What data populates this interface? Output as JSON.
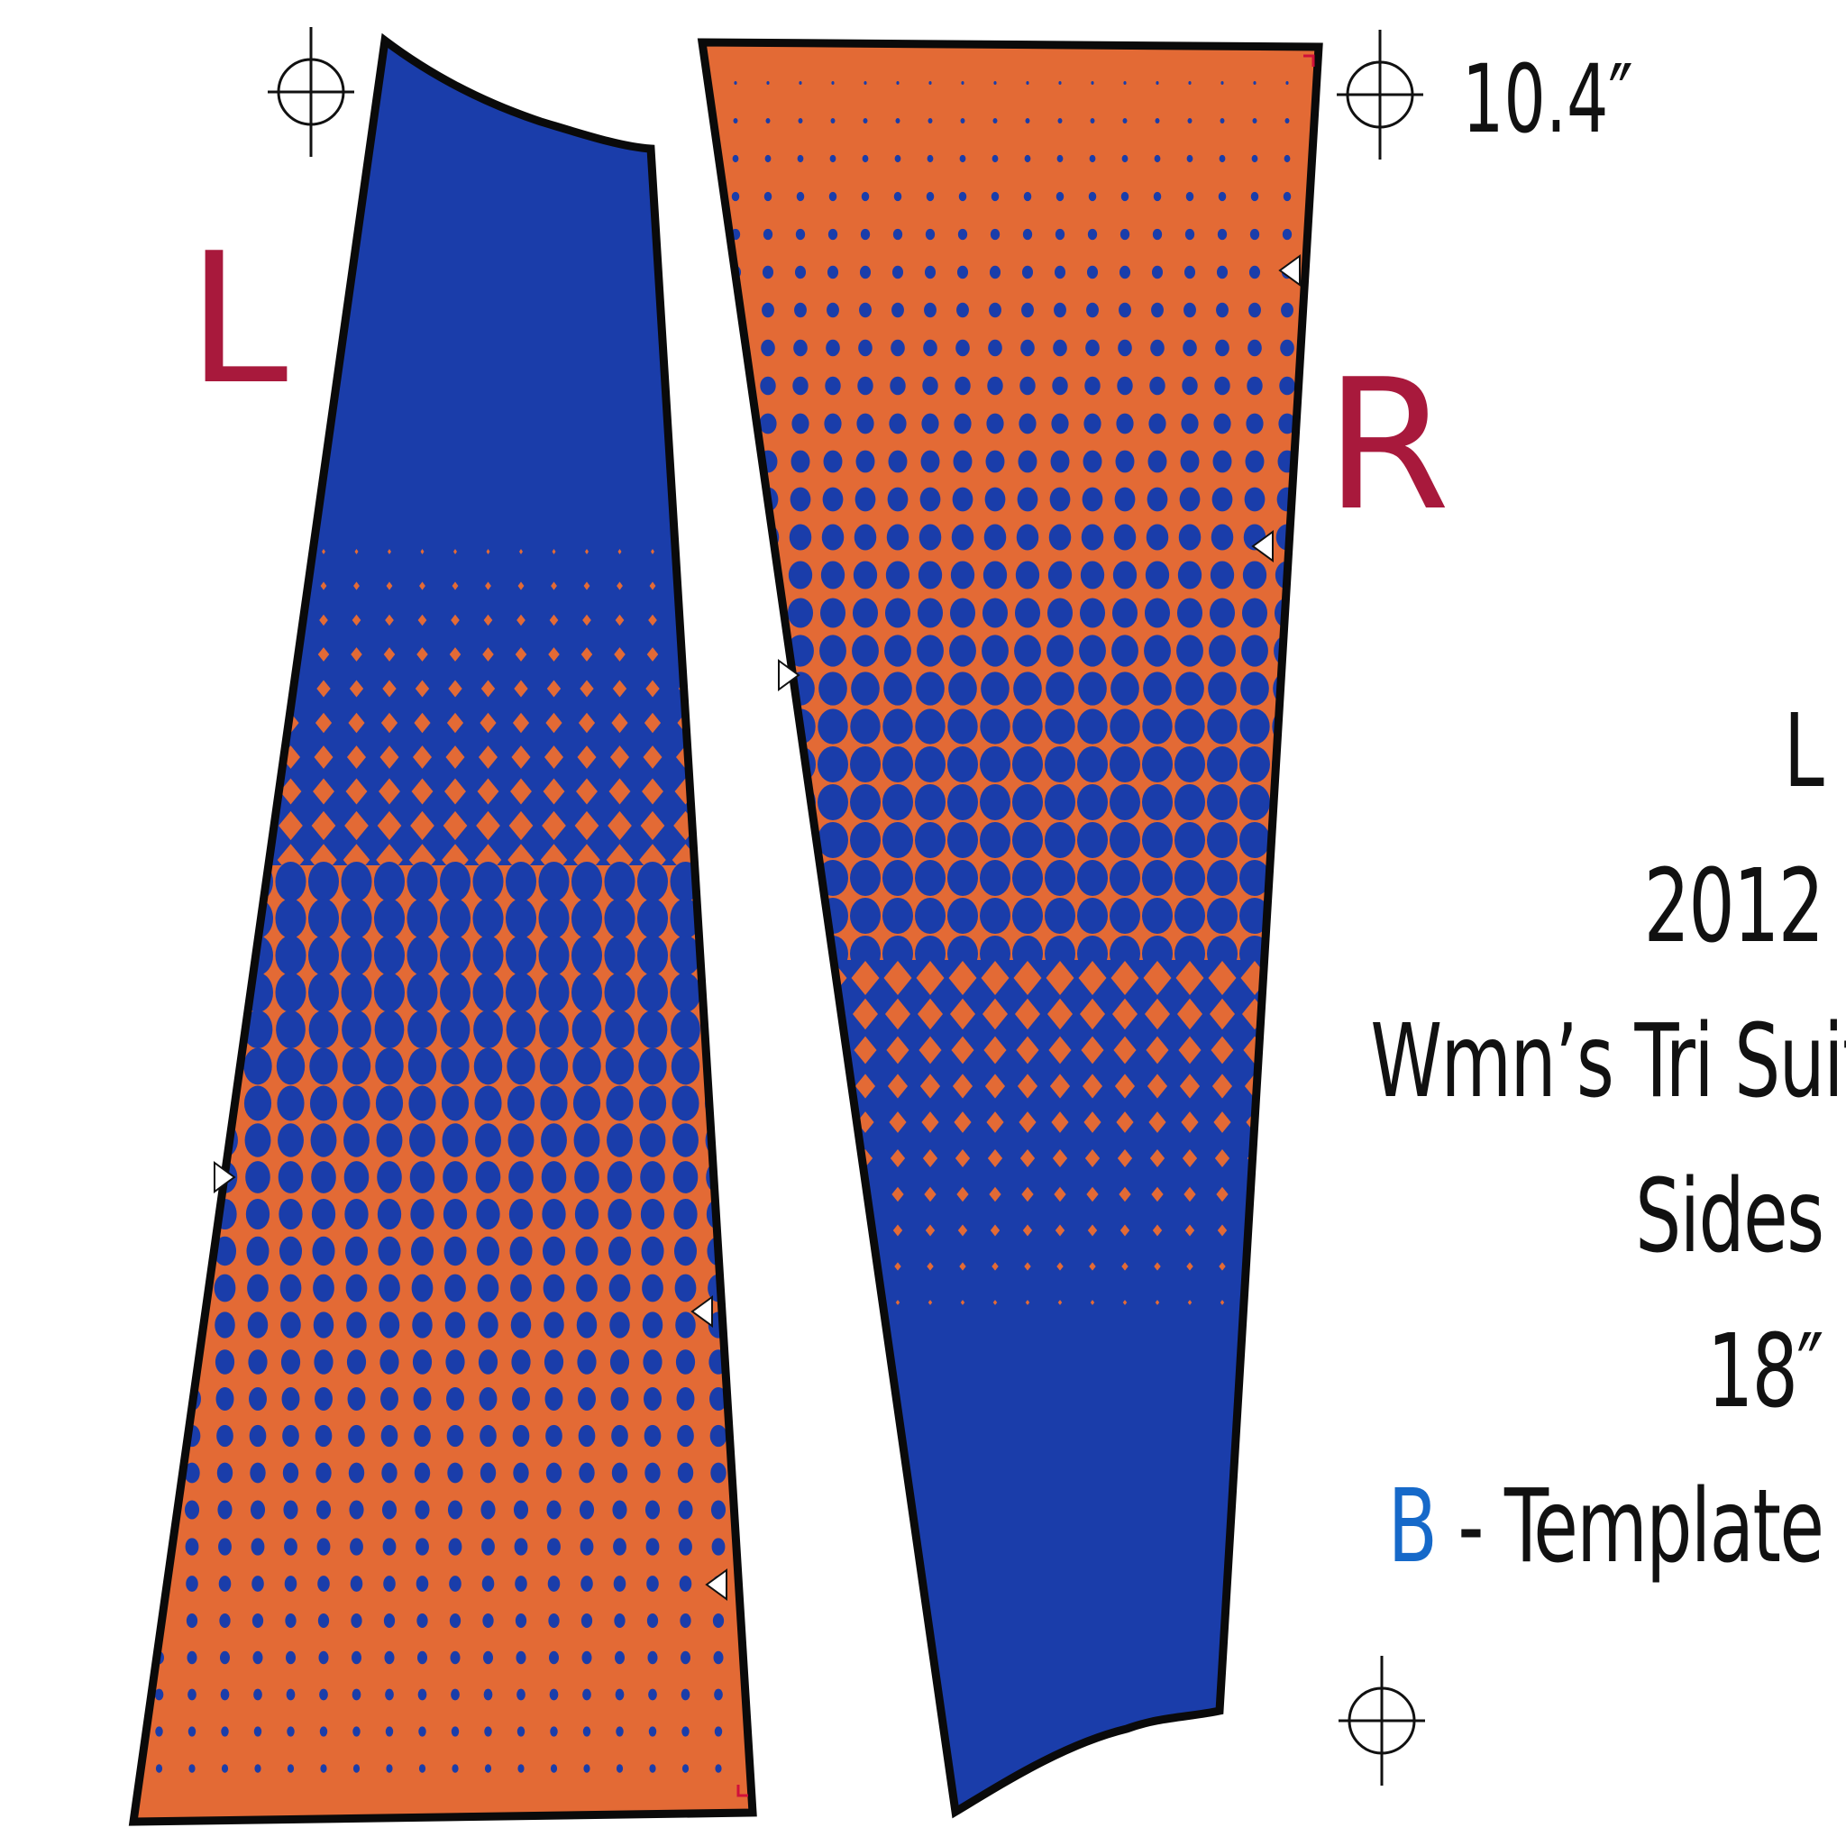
{
  "pieces": {
    "left_label": "L",
    "right_label": "R"
  },
  "dimensions": {
    "width": "10.4″"
  },
  "info": {
    "size": "L",
    "year": "2012",
    "product": "Wmn’s Tri Suit",
    "part": "Sides",
    "length": "18″",
    "template_letter": "B",
    "template_suffix": " - Template"
  },
  "colors": {
    "orange": "#E36A35",
    "blue": "#1A3DAA",
    "outline": "#0A0A0A",
    "piece_letter": "#A8193C",
    "template_letter": "#1669C9",
    "text": "#111111"
  },
  "icons": [
    "registration-mark-icon",
    "notch-marker-icon"
  ]
}
